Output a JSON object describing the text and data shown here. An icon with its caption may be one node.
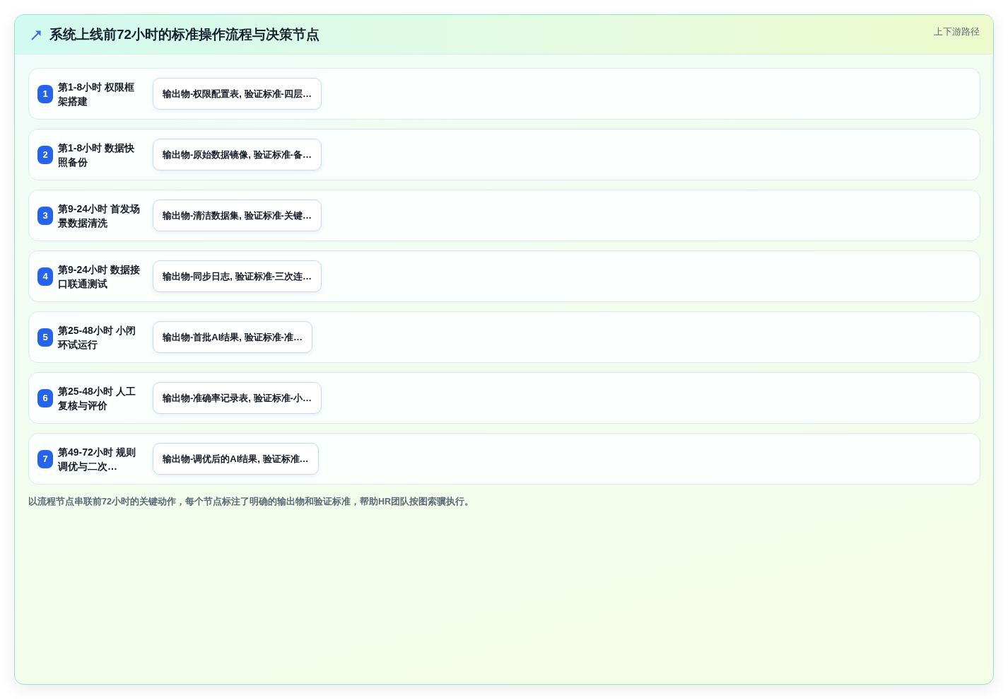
{
  "diagram": {
    "title": "系统上线前72小时的标准操作流程与决策节点",
    "caption": "以流程节点串联前72小时的关键动作，每个节点标注了明确的输出物和验证标准，帮助HR团队按图索骥执行。",
    "nodes": [
      {
        "text": [
          "第1-8小时 权限框架搭建"
        ]
      },
      {
        "text": [
          "1"
        ],
        "in": 0
      },
      {
        "text": [
          "输出物-权限配置表, 验证标准-四层…"
        ],
        "in": 0
      },
      {
        "text": [
          "第1-8小时 数据快照备份"
        ]
      },
      {
        "text": [
          "2"
        ],
        "in": 3
      },
      {
        "text": [
          "输出物-原始数据镜像, 验证标准-备…"
        ],
        "in": 3
      },
      {
        "text": [
          "第9-24小时 首发场景数据清洗"
        ]
      },
      {
        "text": [
          "3"
        ],
        "in": 6
      },
      {
        "text": [
          "输出物-清洁数据集, 验证标准-关键…"
        ],
        "in": 6
      },
      {
        "text": [
          "第9-24小时 数据接口联通测试"
        ]
      },
      {
        "text": [
          "4"
        ],
        "in": 9
      },
      {
        "text": [
          "输出物-同步日志, 验证标准-三次连…"
        ],
        "in": 9
      },
      {
        "text": [
          "第25-48小时 小闭环试运行"
        ]
      },
      {
        "text": [
          "5"
        ],
        "in": 12
      },
      {
        "text": [
          "输出物-首批AI结果, 验证标准-准…"
        ],
        "in": 12
      },
      {
        "text": [
          "第25-48小时 人工复核与评价"
        ]
      },
      {
        "text": [
          "6"
        ],
        "in": 15
      },
      {
        "text": [
          "输出物-准确率记录表, 验证标准-小…"
        ],
        "in": 15
      },
      {
        "text": [
          "第49-72小时 规则调优与二次…"
        ]
      },
      {
        "text": [
          "7"
        ],
        "in": 18
      },
      {
        "text": [
          "输出物-调优后的AI结果, 验证标准…"
        ],
        "in": 18
      }
    ],
    "labels": [
      "上下游路径"
    ]
  }
}
